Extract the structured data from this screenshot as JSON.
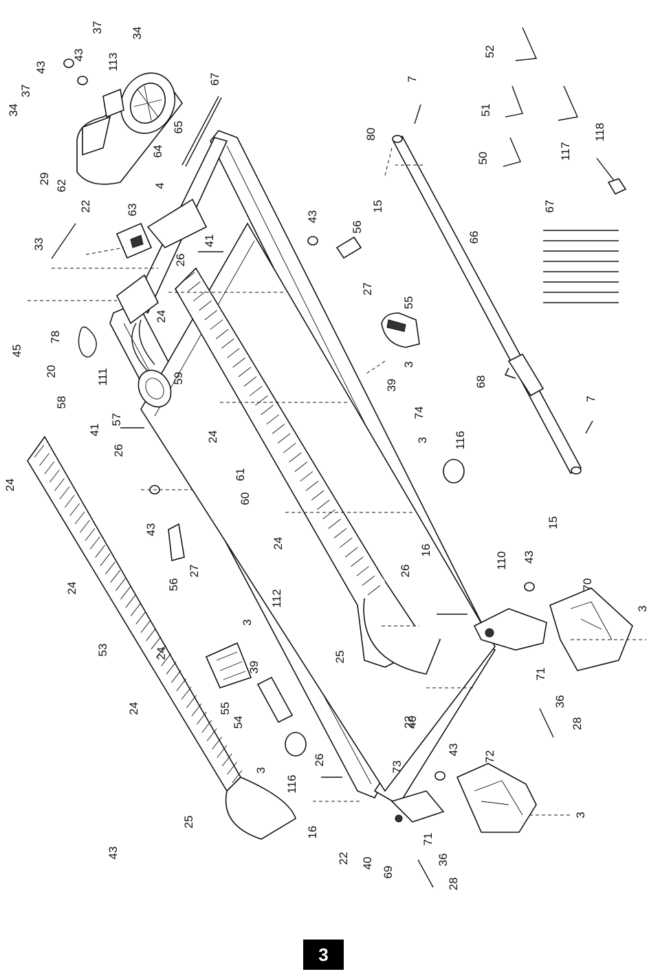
{
  "page_number": "3",
  "callouts": [
    "3",
    "3",
    "3",
    "3",
    "3",
    "3",
    "4",
    "7",
    "7",
    "15",
    "15",
    "16",
    "16",
    "20",
    "22",
    "22",
    "22",
    "24",
    "24",
    "24",
    "24",
    "24",
    "24",
    "24",
    "25",
    "25",
    "26",
    "26",
    "26",
    "26",
    "27",
    "27",
    "28",
    "28",
    "29",
    "33",
    "34",
    "34",
    "36",
    "36",
    "37",
    "37",
    "39",
    "39",
    "40",
    "40",
    "41",
    "41",
    "43",
    "43",
    "43",
    "43",
    "43",
    "43",
    "43",
    "45",
    "50",
    "51",
    "52",
    "53",
    "54",
    "55",
    "55",
    "56",
    "56",
    "57",
    "58",
    "59",
    "60",
    "61",
    "62",
    "63",
    "64",
    "65",
    "66",
    "67",
    "67",
    "68",
    "69",
    "70",
    "71",
    "71",
    "72",
    "73",
    "74",
    "78",
    "80",
    "110",
    "111",
    "112",
    "113",
    "116",
    "116",
    "117",
    "118"
  ]
}
